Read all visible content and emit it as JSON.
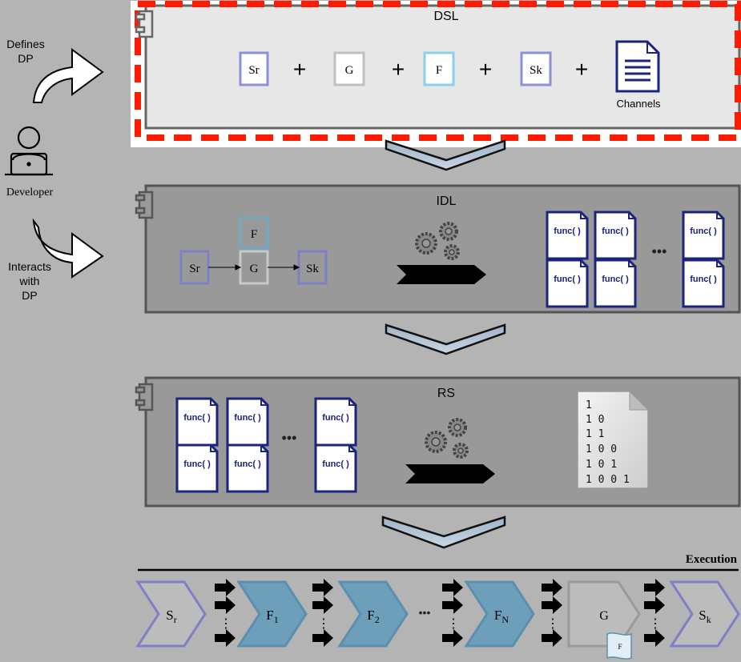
{
  "developer": {
    "label": "Developer",
    "defines_line1": "Defines",
    "defines_line2": "DP",
    "interacts_line1": "Interacts",
    "interacts_line2": "with",
    "interacts_line3": "DP"
  },
  "dsl": {
    "title": "DSL",
    "sr": "Sr",
    "g": "G",
    "f": "F",
    "sk": "Sk",
    "plus": "+",
    "channels": "Channels"
  },
  "idl": {
    "title": "IDL",
    "f": "F",
    "sr": "Sr",
    "g": "G",
    "sk": "Sk",
    "func": "func( )",
    "ellipsis": "•••"
  },
  "rs": {
    "title": "RS",
    "func": "func( )",
    "ellipsis": "•••",
    "binary": [
      "1",
      "1 0",
      "1 1",
      "1 0 0",
      "1 0 1",
      "1 0 0 1"
    ]
  },
  "execution": {
    "title": "Execution",
    "sr_main": "S",
    "sr_sub": "r",
    "f1_main": "F",
    "f1_sub": "1",
    "f2_main": "F",
    "f2_sub": "2",
    "fn_main": "F",
    "fn_sub": "N",
    "g": "G",
    "g_flag": "F",
    "sk_main": "S",
    "sk_sub": "k",
    "ellipsis": "•••",
    "vdots": "⋮"
  },
  "colors": {
    "sr_border": "#8f8fd6",
    "sk_border": "#8f8fd6",
    "f_border": "#8ad0ea",
    "g_border": "#c0c0c0",
    "doc_navy": "#1a237e",
    "dsl_highlight": "#ff1a00",
    "stage_fill": "#6e9fba"
  }
}
